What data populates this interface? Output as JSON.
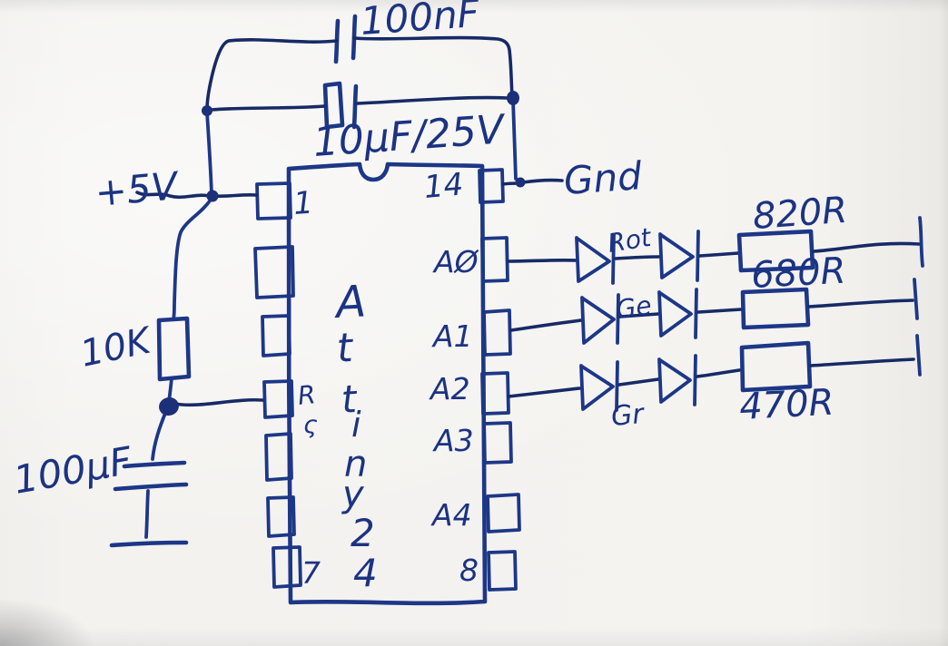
{
  "title": "Hand-drawn ATtiny LED circuit schematic",
  "colors": {
    "ink": "#1d3787",
    "paper": "#f2f1ee"
  },
  "power": {
    "vcc_label": "+5V",
    "gnd_label": "Gnd"
  },
  "capacitors": {
    "decoupling_label": "100nF",
    "bulk_label": "10µF/25V",
    "reset_label": "100µF"
  },
  "resistors": {
    "pullup_label": "10K",
    "row1_label": "820R",
    "row2_label": "680R",
    "row3_label": "470R"
  },
  "leds": {
    "row1_label": "Rot",
    "row2_label": "Ge",
    "row3_label": "Gr"
  },
  "ic": {
    "name": "Attiny24",
    "name_chars": [
      "A",
      "t",
      "t",
      "i",
      "n",
      "y",
      "2",
      "4"
    ],
    "pins": {
      "pin1": "1",
      "pin14": "14",
      "a0": "AØ",
      "a1": "A1",
      "a2": "A2",
      "a3": "A3",
      "a4": "A4",
      "pin8": "8",
      "pin7": "7",
      "reset_line1": "R",
      "reset_line2": "ς"
    }
  }
}
